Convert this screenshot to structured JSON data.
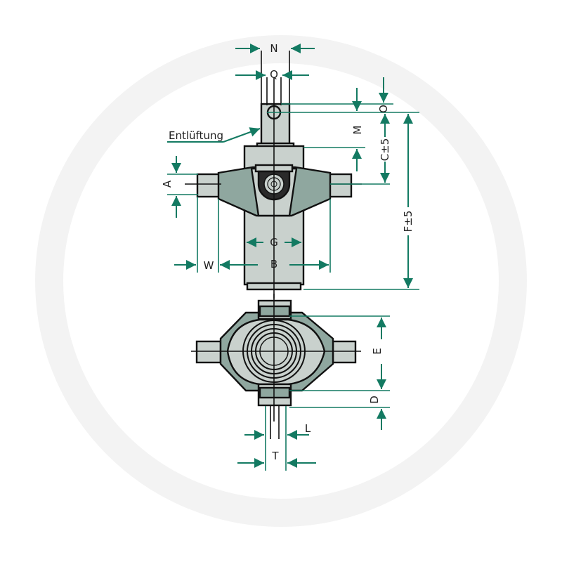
{
  "title": "Schwenkspannzylinder Maßzeichnung",
  "labels": {
    "N": "N",
    "Q": "Q",
    "O": "O",
    "M": "M",
    "C": "C±5",
    "F": "F±5",
    "A": "A",
    "G": "G",
    "W": "W",
    "B": "B",
    "E": "E",
    "D": "D",
    "L": "L",
    "T": "T",
    "vent": "Entlüftung"
  },
  "colors": {
    "dimension": "#137a62",
    "part_light": "#c9d1cd",
    "part_dark": "#8fa79f",
    "outline": "#111111"
  }
}
